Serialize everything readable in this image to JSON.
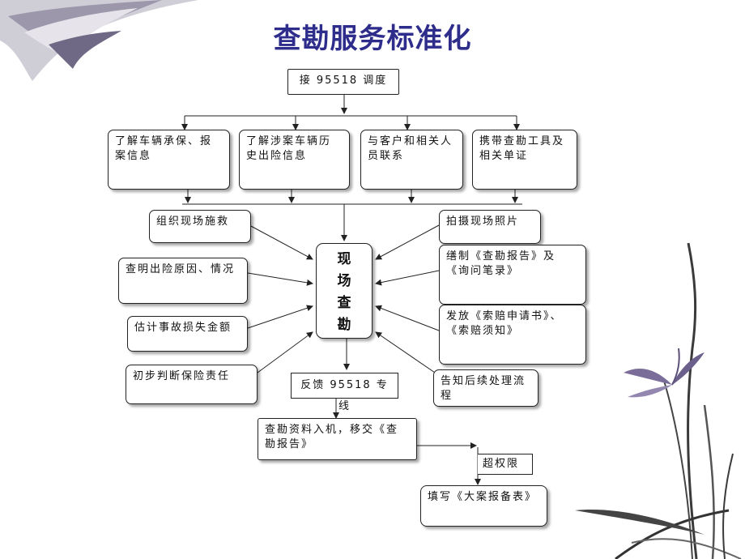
{
  "title": "查勘服务标准化",
  "colors": {
    "title": "#2e2d8c",
    "line": "#222222",
    "decor": "#55506a"
  },
  "diagram": {
    "receive": "接 95518 调度",
    "row1": [
      "了解车辆承保、报案信息",
      "了解涉案车辆历史出险信息",
      "与客户和相关人员联系",
      "携带查勘工具及相关单证"
    ],
    "left": [
      "组织现场施救",
      "查明出险原因、情况",
      "估计事故损失金额",
      "初步判断保险责任"
    ],
    "center_chars": [
      "现",
      "场",
      "查",
      "勘"
    ],
    "right": [
      "拍摄现场照片",
      "缮制《查勘报告》及《询问笔录》",
      "发放《索赔申请书》、《索赔须知》",
      "告知后续处理流程"
    ],
    "feedback": "反馈 95518 专线",
    "input": "查勘资料入机，移交《查勘报告》",
    "exceed": "超权限",
    "fill": "填写《大案报备表》"
  }
}
